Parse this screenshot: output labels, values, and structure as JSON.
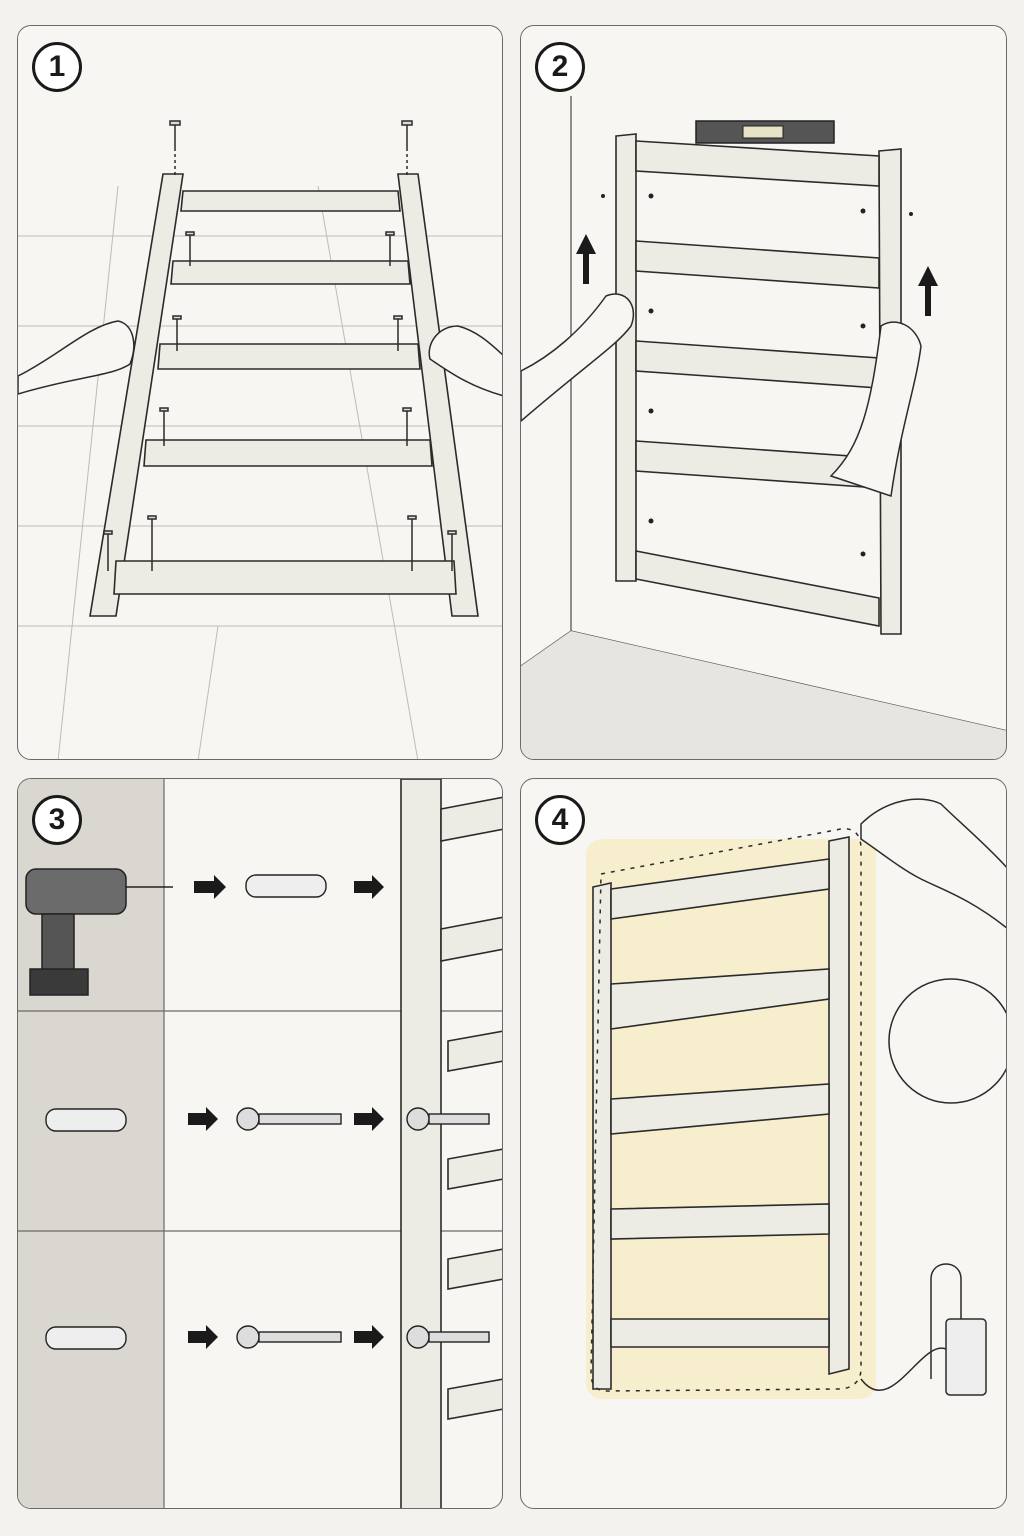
{
  "steps": [
    {
      "number": "1"
    },
    {
      "number": "2"
    },
    {
      "number": "3"
    },
    {
      "number": "4"
    }
  ],
  "colors": {
    "line": "#2b2b2b",
    "wood": "#ecebe4",
    "wall_texture": "#d9d7d0",
    "panel_bg": "#f7f6f2",
    "led_glow": "#f6df8a",
    "arrow": "#1a1a1a"
  },
  "icons": [
    "screw-icon",
    "spirit-level-icon",
    "up-arrow-icon",
    "drill-icon",
    "wall-anchor-icon",
    "right-arrow-icon",
    "led-strip-icon",
    "power-adapter-icon",
    "hand-icon"
  ]
}
